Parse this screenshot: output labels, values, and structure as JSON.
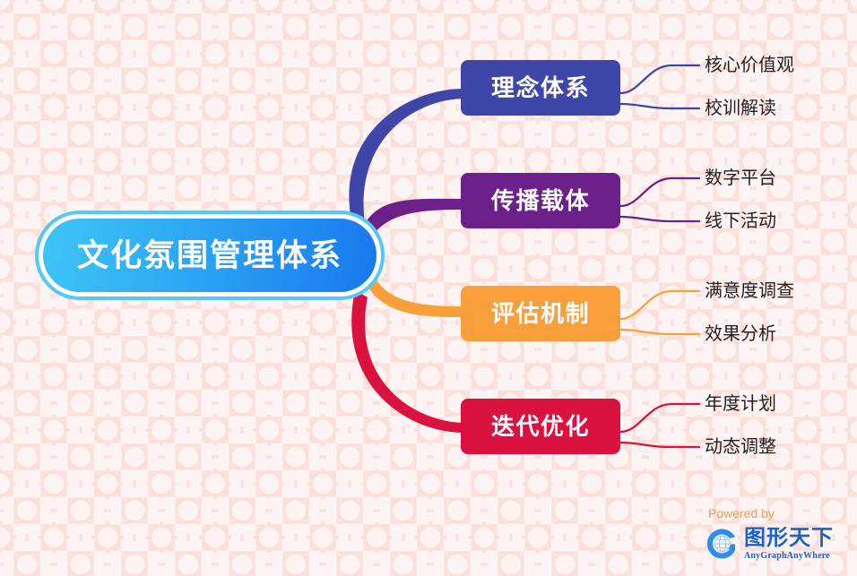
{
  "diagram": {
    "type": "mind-map",
    "background_color": "#fdf4f3",
    "pattern_color": "#fbe0dc",
    "central": {
      "label": "文化氛围管理体系",
      "fill_from": "#3ec6f5",
      "fill_to": "#1878f0",
      "ring_color": "#55c8f6",
      "text_color": "#ffffff"
    },
    "branches": [
      {
        "label": "理念体系",
        "color": "#3e47a8",
        "text_color": "#ffffff",
        "children": [
          {
            "label": "核心价值观"
          },
          {
            "label": "校训解读"
          }
        ]
      },
      {
        "label": "传播载体",
        "color": "#6c2089",
        "text_color": "#ffffff",
        "children": [
          {
            "label": "数字平台"
          },
          {
            "label": "线下活动"
          }
        ]
      },
      {
        "label": "评估机制",
        "color": "#f9a03c",
        "text_color": "#ffffff",
        "children": [
          {
            "label": "满意度调查"
          },
          {
            "label": "效果分析"
          }
        ]
      },
      {
        "label": "迭代优化",
        "color": "#db1140",
        "text_color": "#ffffff",
        "children": [
          {
            "label": "年度计划"
          },
          {
            "label": "动态调整"
          }
        ]
      }
    ]
  },
  "watermark": {
    "powered_by": "Powered by",
    "brand_cn": "图形天下",
    "brand_en": "AnyGraphAnyWhere",
    "logo_icon": "globe-g-logo-icon",
    "accent_color": "#f79a4a",
    "brand_color": "#1a62c8"
  }
}
